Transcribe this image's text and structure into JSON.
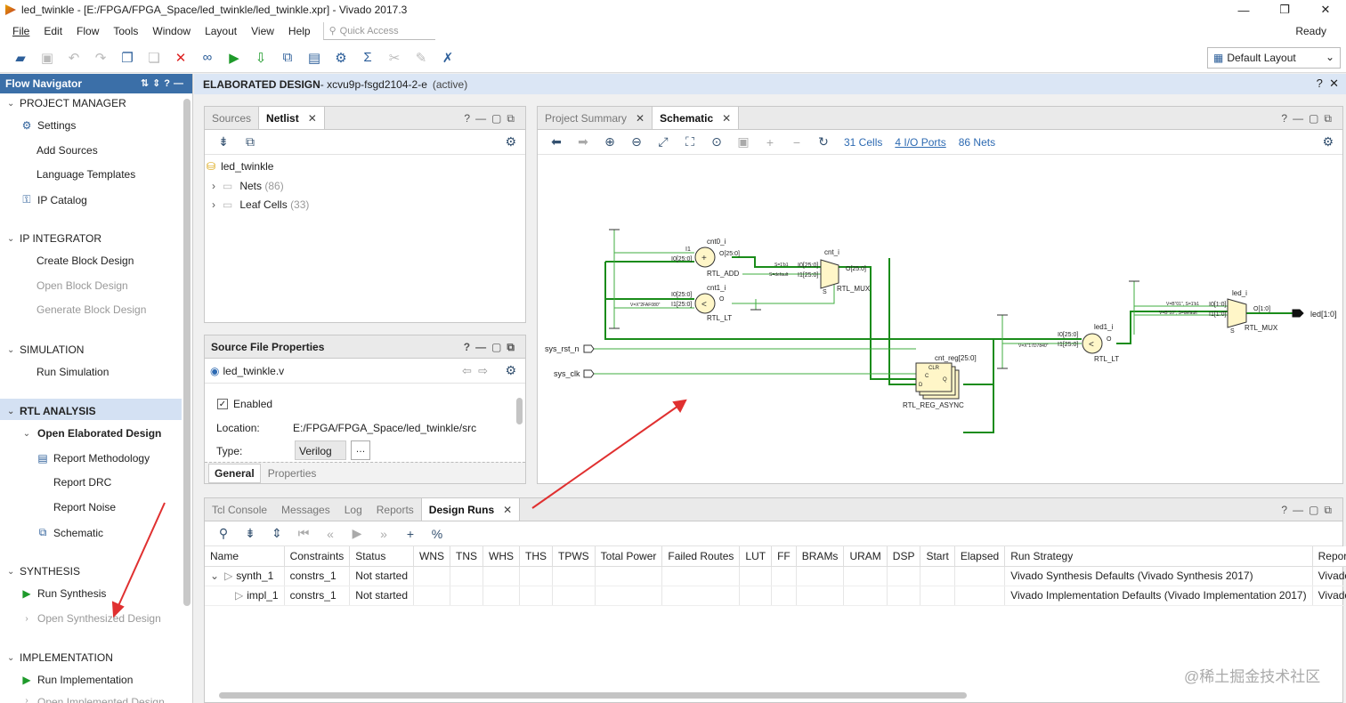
{
  "window": {
    "title": "led_twinkle - [E:/FPGA/FPGA_Space/led_twinkle/led_twinkle.xpr] - Vivado 2017.3"
  },
  "menu": {
    "items": [
      "File",
      "Edit",
      "Flow",
      "Tools",
      "Window",
      "Layout",
      "View",
      "Help"
    ],
    "quick_access_placeholder": "Quick Access",
    "status": "Ready"
  },
  "toolbar": {
    "layout_select": "Default Layout"
  },
  "flow_navigator": {
    "title": "Flow Navigator",
    "sections": {
      "project_manager": "PROJECT MANAGER",
      "ip_integrator": "IP INTEGRATOR",
      "simulation": "SIMULATION",
      "rtl_analysis": "RTL ANALYSIS",
      "synthesis": "SYNTHESIS",
      "implementation": "IMPLEMENTATION"
    },
    "items": {
      "settings": "Settings",
      "add_sources": "Add Sources",
      "language_templates": "Language Templates",
      "ip_catalog": "IP Catalog",
      "create_block_design": "Create Block Design",
      "open_block_design": "Open Block Design",
      "generate_block_design": "Generate Block Design",
      "run_simulation": "Run Simulation",
      "open_elaborated_design": "Open Elaborated Design",
      "report_methodology": "Report Methodology",
      "report_drc": "Report DRC",
      "report_noise": "Report Noise",
      "schematic": "Schematic",
      "run_synthesis": "Run Synthesis",
      "open_synthesized_design": "Open Synthesized Design",
      "run_implementation": "Run Implementation",
      "open_implemented_design": "Open Implemented Design"
    }
  },
  "elaborated_bar": {
    "label": "ELABORATED DESIGN",
    "part": " - xcvu9p-fsgd2104-2-e",
    "state": "(active)"
  },
  "sources_panel": {
    "tabs": [
      "Sources",
      "Netlist"
    ],
    "root": "led_twinkle",
    "nets_label": "Nets",
    "nets_count": "(86)",
    "leaf_label": "Leaf Cells",
    "leaf_count": "(33)"
  },
  "file_props": {
    "title": "Source File Properties",
    "file": "led_twinkle.v",
    "enabled_label": "Enabled",
    "location_label": "Location:",
    "location_value": "E:/FPGA/FPGA_Space/led_twinkle/src",
    "type_label": "Type:",
    "type_value": "Verilog",
    "tabs": [
      "General",
      "Properties"
    ]
  },
  "schematic_panel": {
    "tabs": [
      "Project Summary",
      "Schematic"
    ],
    "cells": "31 Cells",
    "ports": "4 I/O Ports",
    "nets": "86 Nets",
    "labels": {
      "sys_rst_n": "sys_rst_n",
      "sys_clk": "sys_clk",
      "led_out": "led[1:0]",
      "cnt0_i": "cnt0_i",
      "rtl_add": "RTL_ADD",
      "cnt1_i": "cnt1_i",
      "rtl_lt1": "RTL_LT",
      "cnt_i": "cnt_i",
      "rtl_mux1": "RTL_MUX",
      "cnt_reg": "cnt_reg[25:0]",
      "rtl_reg": "RTL_REG_ASYNC",
      "led1_i": "led1_i",
      "rtl_lt2": "RTL_LT",
      "led_i": "led_i",
      "rtl_mux2": "RTL_MUX",
      "i0_25": "I0[25:0]",
      "i1_25": "I1[25:0]",
      "o_25": "O[25:0]",
      "i1": "I1",
      "o": "O",
      "s1": "S=1'b1",
      "sdef": "S=default",
      "s": "S",
      "clr": "CLR",
      "c": "C",
      "d": "D",
      "q": "Q",
      "i0_10": "I0[1:0]",
      "i1_10": "I1[1:0]",
      "o_10": "O[1:0]",
      "v1": "V=X\"2FAF080\"",
      "v2": "V=X\"17D7840\"",
      "v3": "V=B\"01\", S=1'b1",
      "v4": "V=B\"10\", S=default"
    }
  },
  "bottom_panel": {
    "tabs": [
      "Tcl Console",
      "Messages",
      "Log",
      "Reports",
      "Design Runs"
    ],
    "columns": [
      "Name",
      "Constraints",
      "Status",
      "WNS",
      "TNS",
      "WHS",
      "THS",
      "TPWS",
      "Total Power",
      "Failed Routes",
      "LUT",
      "FF",
      "BRAMs",
      "URAM",
      "DSP",
      "Start",
      "Elapsed",
      "Run Strategy",
      "Report Str"
    ],
    "rows": [
      {
        "name": "synth_1",
        "constraints": "constrs_1",
        "status": "Not started",
        "strategy": "Vivado Synthesis Defaults (Vivado Synthesis 2017)",
        "report": "Vivado Sy"
      },
      {
        "name": "impl_1",
        "constraints": "constrs_1",
        "status": "Not started",
        "strategy": "Vivado Implementation Defaults (Vivado Implementation 2017)",
        "report": "Vivado Im"
      }
    ]
  },
  "watermark": "@稀土掘金技术社区",
  "colors": {
    "accent": "#3b6fa8",
    "wire": "#1a8c1a",
    "cell_fill": "#fff6c8",
    "arrow": "#e03030"
  }
}
